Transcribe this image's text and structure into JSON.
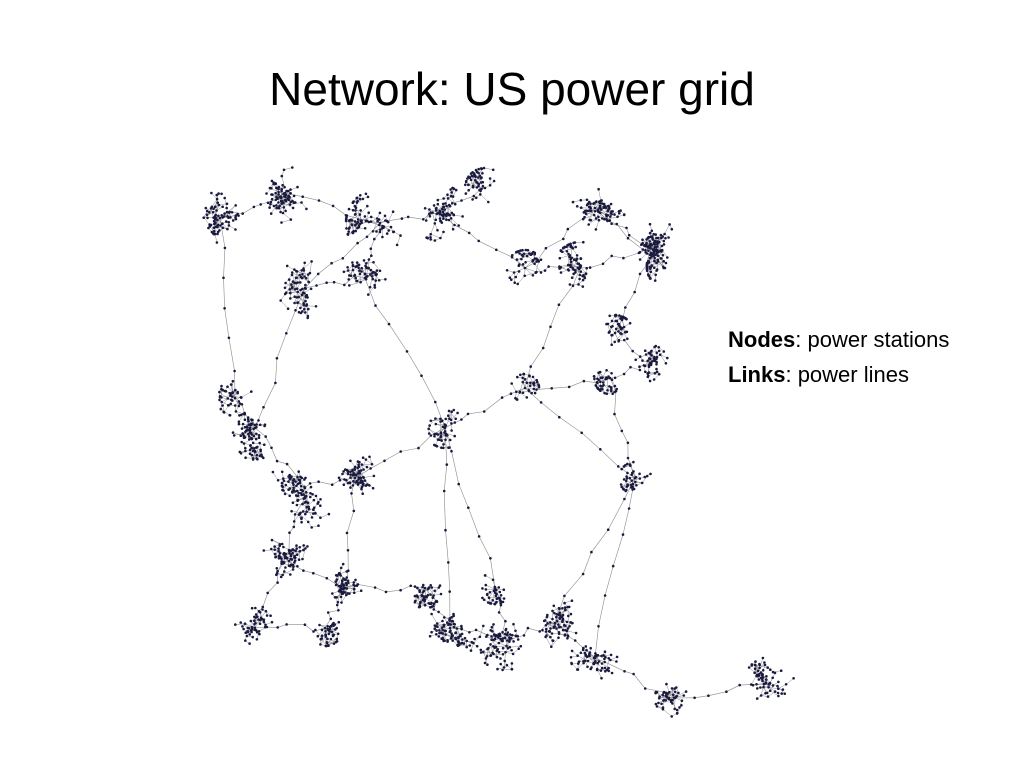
{
  "slide": {
    "title": "Network: US power grid"
  },
  "legend": {
    "nodes_term": "Nodes",
    "nodes_desc": ": power stations",
    "links_term": "Links",
    "links_desc": ": power lines"
  },
  "colors": {
    "edge": "#8a8a8a",
    "node": "#1a1a40",
    "text": "#000000"
  }
}
